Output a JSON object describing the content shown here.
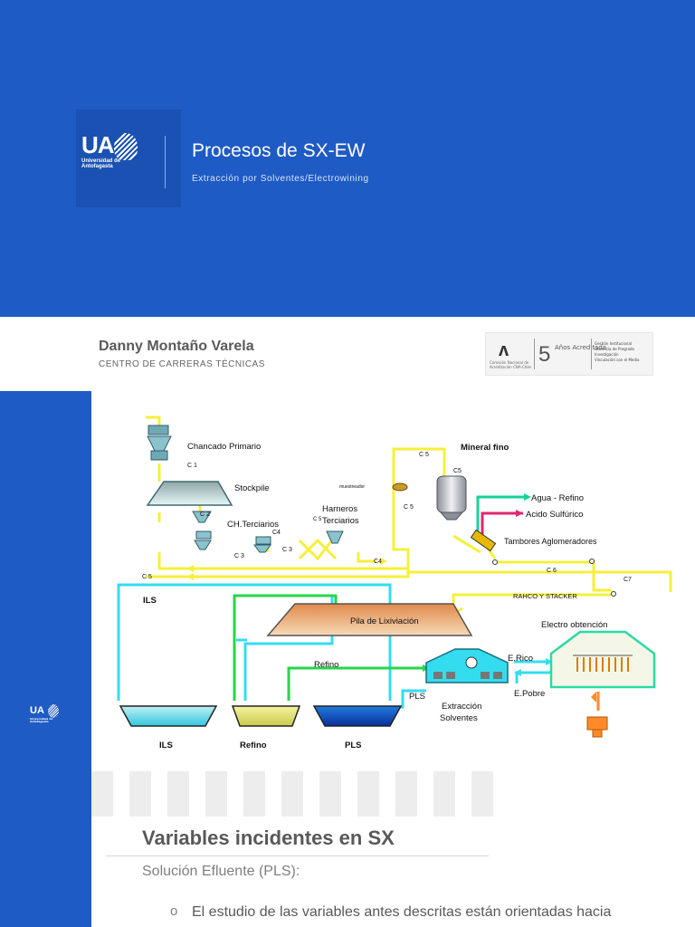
{
  "hero": {
    "title": "Procesos de SX-EW",
    "subtitle": "Extracción por Solventes/Electrowining",
    "logo": {
      "text": "UA",
      "subtext": "Universidad de Antofagasta"
    },
    "background_color": "#1f5bc4"
  },
  "author": {
    "name": "Danny Montaño Varela",
    "unit": "CENTRO DE CARRERAS TÉCNICAS"
  },
  "accreditation": {
    "org_text": "Comisión Nacional de Acreditación CNA-Chile",
    "years_number": "5",
    "years_label": "Años Acreditada",
    "areas": [
      "Gestión Institucional",
      "Docencia de Pregrado",
      "Investigación",
      "Vinculación con el Medio"
    ]
  },
  "sidebar": {
    "logo_text": "UA",
    "logo_subtext": "Universidad de Antofagasta"
  },
  "diagram": {
    "labels": {
      "chancado_primario": "Chancado Primario",
      "c1": "C 1",
      "stockpile": "Stockpile",
      "c2": "C 2",
      "ch_terciarios": "CH.Terciarios",
      "c4_top": "C4",
      "c_small": "C 5",
      "harneros": "Harneros",
      "terciarios": "Terciarios",
      "c3_left": "C 3",
      "c3_right": "C 3",
      "c4_right": "C4",
      "c5_bottom": "C 5",
      "c5_top": "C 5",
      "c5_mid": "C 5",
      "c5_bin": "C5",
      "muestreador": "muestreador",
      "mineral_fino": "Mineral fino",
      "agua_refino": "Agua - Refino",
      "acido_sulfurico": "Acido Sulfúrico",
      "tambores": "Tambores   Aglomeradores",
      "c6": "C 6",
      "c7": "C7",
      "rahco": "RAHCO Y STACKER",
      "ils_side": "ILS",
      "pila": "Pila   de   Lixiviación",
      "electro_obtencion": "Electro obtención",
      "refino_line": "Refino",
      "e_rico": "E.Rico",
      "e_pobre": "E.Pobre",
      "pls_line": "PLS",
      "extraccion": "Extracción",
      "solventes": "Solventes",
      "pond_ils": "ILS",
      "pond_refino": "Refino",
      "pond_pls": "PLS"
    }
  },
  "content": {
    "section_title": "Variables incidentes en SX",
    "subheading": "Solución Efluente (PLS):",
    "bullet_symbol": "o",
    "bullet_text": "El estudio de las variables antes descritas están orientadas hacia"
  }
}
